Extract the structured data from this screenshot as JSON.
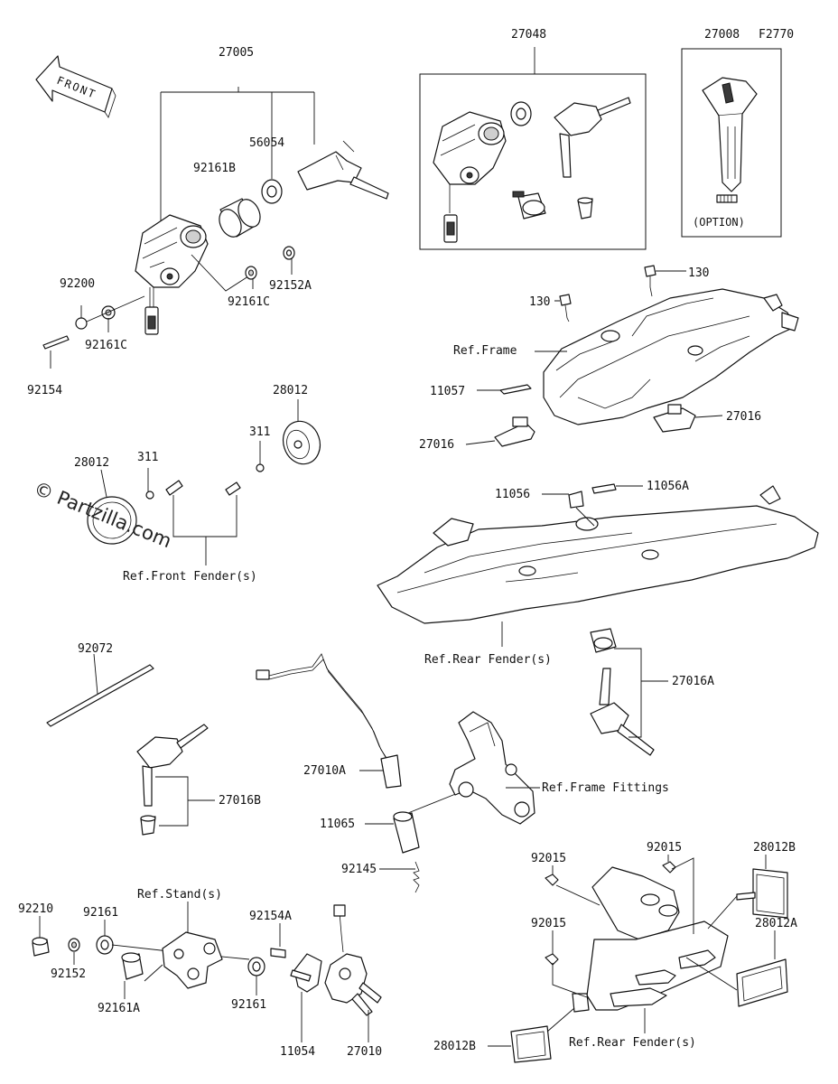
{
  "diagram_code": "F2770",
  "watermark": "© Partzilla.com",
  "front_arrow": "FRONT",
  "option_note": "(OPTION)",
  "labels": {
    "p27005": "27005",
    "p56054": "56054",
    "p92161B": "92161B",
    "p92200": "92200",
    "p92161C_a": "92161C",
    "p92154": "92154",
    "p92161C_b": "92161C",
    "p92152A": "92152A",
    "p27048": "27048",
    "p27008": "27008",
    "p130_a": "130",
    "p130_b": "130",
    "p11057": "11057",
    "p27016_a": "27016",
    "p27016_b": "27016",
    "p28012_a": "28012",
    "p28012_b": "28012",
    "p311_a": "311",
    "p311_b": "311",
    "p11056": "11056",
    "p11056A": "11056A",
    "p92072": "92072",
    "p27016A": "27016A",
    "p27016B": "27016B",
    "p27010A": "27010A",
    "p11065": "11065",
    "p92145": "92145",
    "p92015_a": "92015",
    "p92015_b": "92015",
    "p92015_c": "92015",
    "p28012B_a": "28012B",
    "p28012A": "28012A",
    "p28012B_b": "28012B",
    "p92210": "92210",
    "p92161_a": "92161",
    "p92152": "92152",
    "p92161A": "92161A",
    "p92154A": "92154A",
    "p92161_b": "92161",
    "p11054": "11054",
    "p27010": "27010"
  },
  "references": {
    "frame": "Ref.Frame",
    "front_fender": "Ref.Front Fender(s)",
    "rear_fender_a": "Ref.Rear Fender(s)",
    "frame_fittings": "Ref.Frame Fittings",
    "stand": "Ref.Stand(s)",
    "rear_fender_b": "Ref.Rear Fender(s)"
  }
}
